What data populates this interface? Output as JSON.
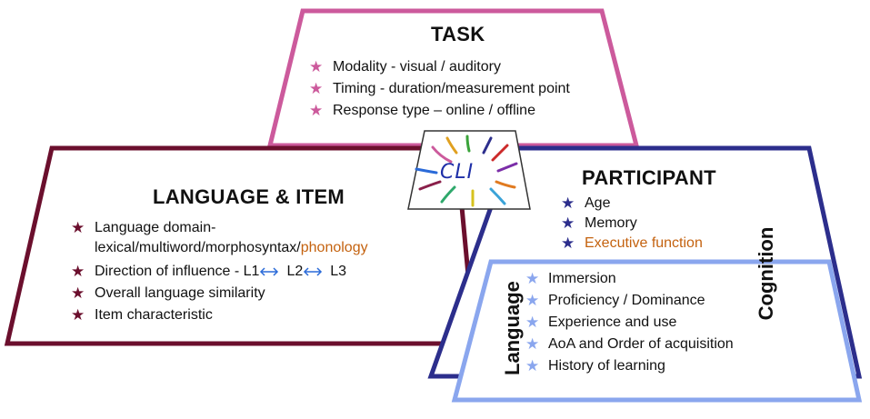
{
  "colors": {
    "task": "#cc5a9c",
    "language_item": "#6b0f2d",
    "participant": "#2c2e8c",
    "language_sub": "#8aa6ee",
    "orange": "#c4620f"
  },
  "center_label": "CLI",
  "task": {
    "title": "TASK",
    "items": [
      "Modality - visual / auditory",
      "Timing - duration/measurement point",
      "Response type – online / offline"
    ]
  },
  "language_item": {
    "title": "LANGUAGE & ITEM",
    "item1_line1": "Language domain-",
    "item1_line2_a": "lexical/multiword/morphosyntax/",
    "item1_line2_b": "phonology",
    "item2_prefix": "Direction of influence - ",
    "item2_l1": "L1",
    "item2_l2": "L2",
    "item2_l3": "L3",
    "item3": "Overall language similarity",
    "item4": "Item characteristic"
  },
  "participant": {
    "title": "PARTICIPANT",
    "items": [
      "Age",
      "Memory",
      "Executive function"
    ],
    "side_label": "Cognition"
  },
  "language_sub": {
    "side_label": "Language",
    "items": [
      "Immersion",
      "Proficiency / Dominance",
      "Experience and use",
      "AoA and Order of acquisition",
      "History of learning"
    ]
  }
}
